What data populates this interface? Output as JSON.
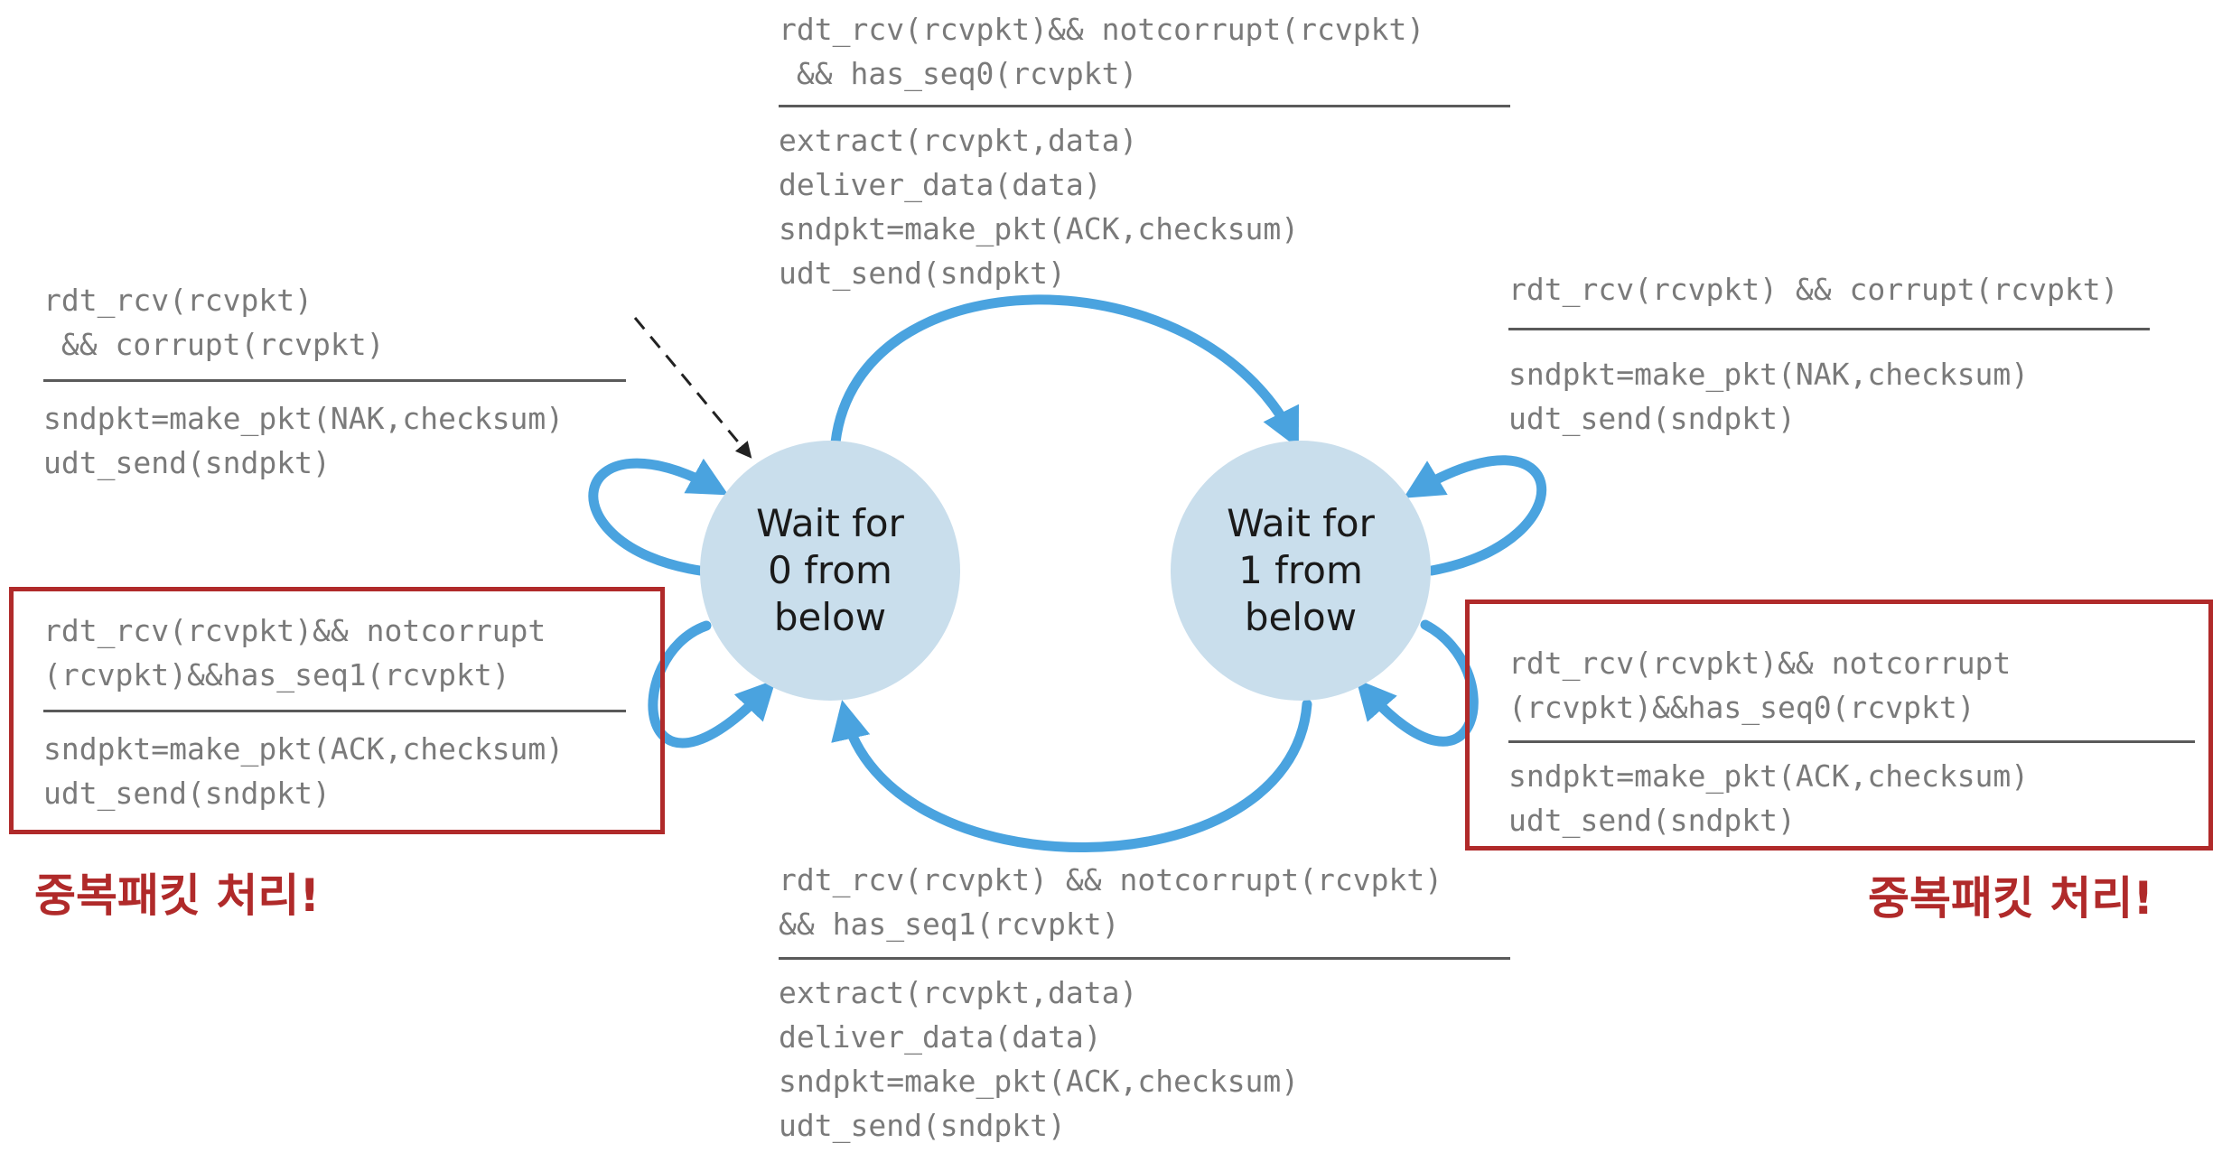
{
  "states": {
    "wait0": "Wait for\n0 from\nbelow",
    "wait1": "Wait for\n1 from\nbelow"
  },
  "transitions": {
    "top": {
      "event": [
        "rdt_rcv(rcvpkt)&& notcorrupt(rcvpkt)",
        " && has_seq0(rcvpkt)"
      ],
      "actions": [
        "extract(rcvpkt,data)",
        "deliver_data(data)",
        "sndpkt=make_pkt(ACK,checksum)",
        "udt_send(sndpkt)"
      ]
    },
    "left_upper": {
      "event": [
        "rdt_rcv(rcvpkt)",
        " && corrupt(rcvpkt)"
      ],
      "actions": [
        "sndpkt=make_pkt(NAK,checksum)",
        "udt_send(sndpkt)"
      ]
    },
    "left_lower": {
      "event": [
        "rdt_rcv(rcvpkt)&& notcorrupt",
        "(rcvpkt)&&has_seq1(rcvpkt)"
      ],
      "actions": [
        "sndpkt=make_pkt(ACK,checksum)",
        "udt_send(sndpkt)"
      ]
    },
    "right_upper": {
      "event": [
        "rdt_rcv(rcvpkt) && corrupt(rcvpkt)"
      ],
      "actions": [
        "sndpkt=make_pkt(NAK,checksum)",
        "udt_send(sndpkt)"
      ]
    },
    "right_lower": {
      "event": [
        "rdt_rcv(rcvpkt)&& notcorrupt",
        "(rcvpkt)&&has_seq0(rcvpkt)"
      ],
      "actions": [
        "sndpkt=make_pkt(ACK,checksum)",
        "udt_send(sndpkt)"
      ]
    },
    "bottom": {
      "event": [
        "rdt_rcv(rcvpkt) && notcorrupt(rcvpkt)",
        "&& has_seq1(rcvpkt)"
      ],
      "actions": [
        "extract(rcvpkt,data)",
        "deliver_data(data)",
        "sndpkt=make_pkt(ACK,checksum)",
        "udt_send(sndpkt)"
      ]
    }
  },
  "annotations": {
    "left_note": "중복패킷 처리!",
    "right_note": "중복패킷 처리!"
  },
  "colors": {
    "arrow": "#4aa3df",
    "state_fill": "#c9deec",
    "highlight": "#b02a2a",
    "text": "#7a7a7a"
  }
}
